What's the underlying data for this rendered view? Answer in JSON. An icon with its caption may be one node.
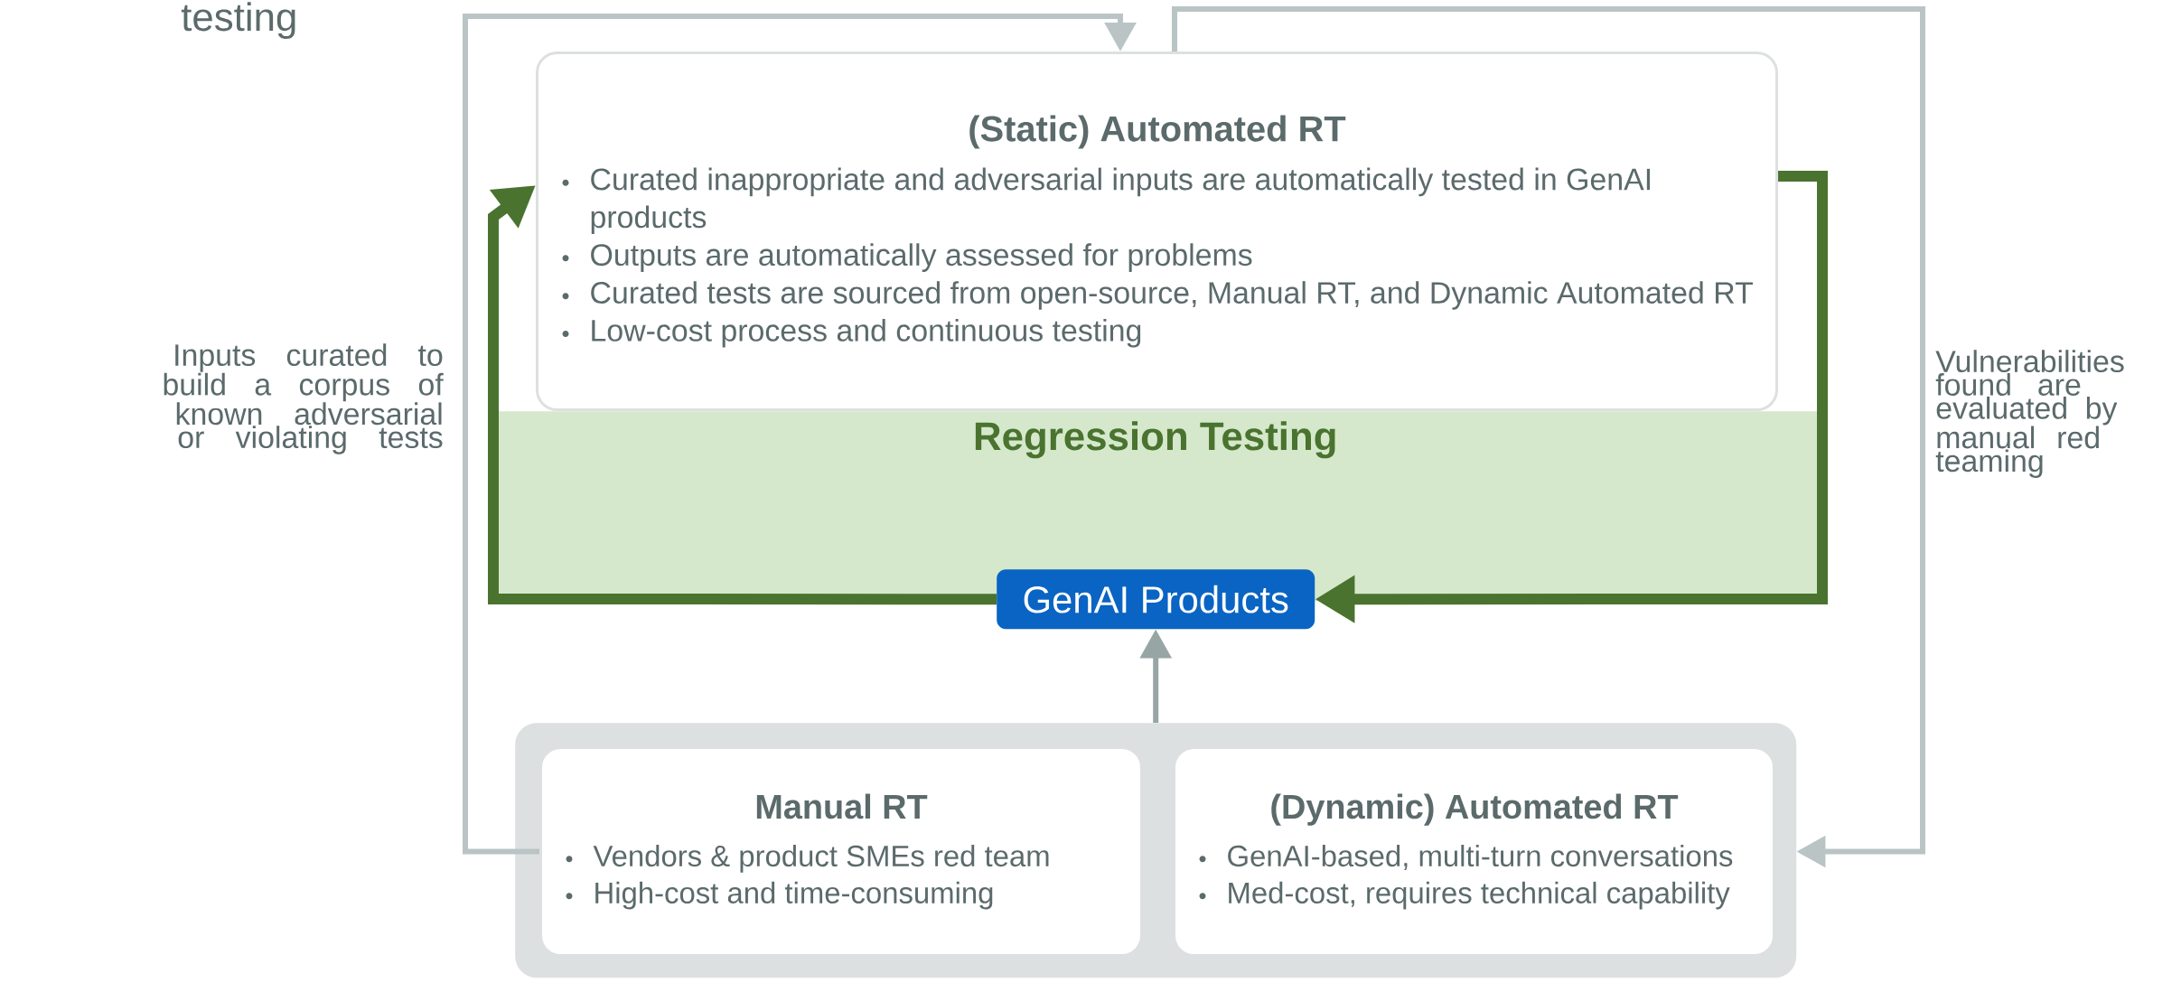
{
  "diagram": {
    "nodes": [
      {
        "text": [
          "Regression Testing"
        ]
      },
      {
        "text": [
          "(Static) Automated RT",
          "Curated inappropriate and adversarial inputs are automatically tested in GenAI products",
          "Outputs are automatically assessed for problems",
          "Curated tests are sourced from open-source, Manual RT, and Dynamic Automated RT",
          "Low-cost process and continuous testing"
        ]
      },
      {
        "text": [
          "GenAI Products"
        ]
      },
      {
        "text": [],
        "shape": "box"
      },
      {
        "text": [
          "Manual RT",
          "Vendors & product SMEs red team",
          "High-cost and time-consuming"
        ],
        "in": 3
      },
      {
        "text": [
          "(Dynamic) Automated RT",
          "GenAI-based, multi-turn conversations",
          "Med-cost, requires technical capability"
        ],
        "in": 3
      }
    ],
    "edges": [
      {
        "from": 1,
        "to": 2,
        "arrow": "to",
        "style": "thick",
        "color": "#4a732f"
      },
      {
        "from": 2,
        "to": 1,
        "arrow": "to",
        "style": "thick",
        "color": "#4a732f"
      },
      {
        "from": 3,
        "to": 2,
        "arrow": "to",
        "color": "#97a5a5"
      },
      {
        "from": 4,
        "to": 1,
        "arrow": "to",
        "label": "Inputs curated to build a corpus of known adversarial or violating tests",
        "color": "#bac4c4"
      },
      {
        "from": 1,
        "to": 5,
        "arrow": "to",
        "label": "Vulnerabilities found are evaluated by manual red teaming",
        "color": "#bac4c4"
      }
    ],
    "labels": [
      "testing"
    ]
  }
}
